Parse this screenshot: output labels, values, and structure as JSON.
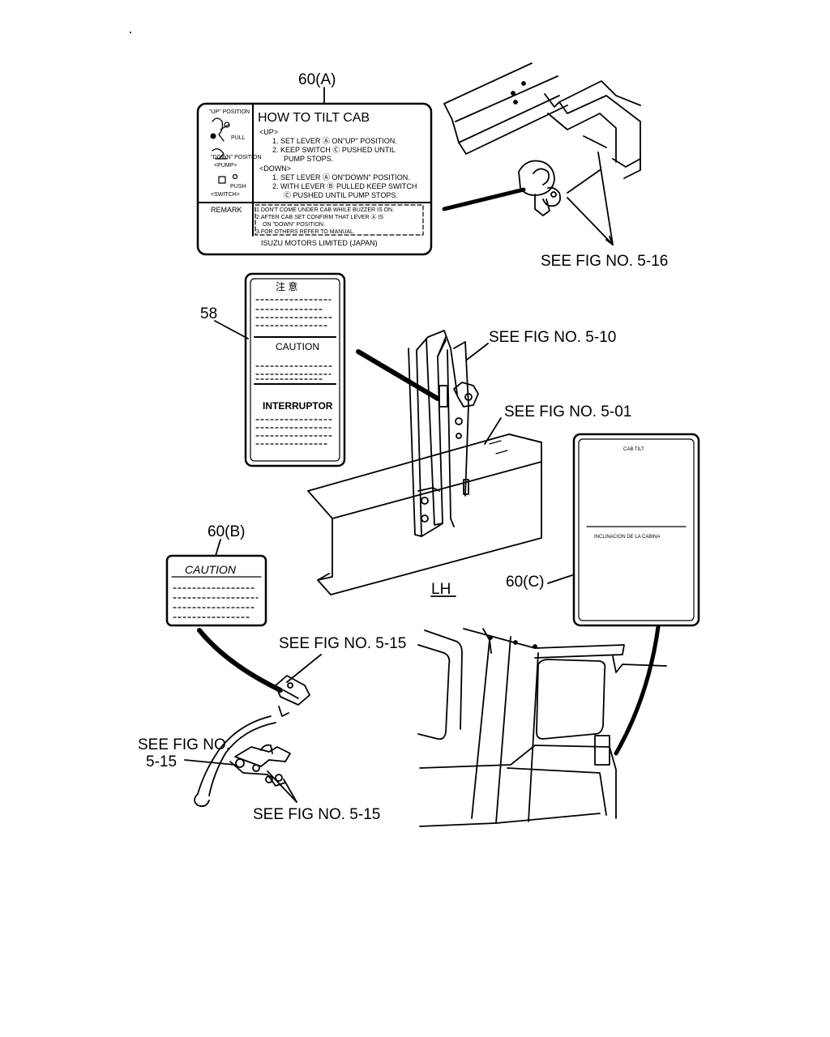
{
  "callouts": {
    "label_60a": "60(A)",
    "label_58": "58",
    "label_60b": "60(B)",
    "label_60c": "60(C)",
    "see_5_16": "SEE FIG NO. 5-16",
    "see_5_10": "SEE FIG NO. 5-10",
    "see_5_01": "SEE FIG NO. 5-01",
    "see_5_15_top": "SEE  FIG NO. 5-15",
    "see_5_15_left_1": "SEE FIG NO.",
    "see_5_15_left_2": "5-15",
    "see_5_15_bottom": "SEE FIG NO. 5-15",
    "lh": "LH"
  },
  "label_60a": {
    "title": "HOW  TO  TILT  CAB",
    "up_position": "\"UP\" POSITION",
    "pull": "PULL",
    "down_position": "\"DOWN\" POSITION",
    "pump": "<PUMP>",
    "push": "PUSH",
    "switch": "<SWITCH>",
    "up": "<UP>",
    "up_1": "1.  SET LEVER Ⓐ ON\"UP\" POSITION.",
    "up_2": "2.  KEEP SWITCH Ⓒ PUSHED UNTIL",
    "up_2b": "PUMP STOPS.",
    "down": "<DOWN>",
    "down_1": "1.  SET LEVER Ⓐ ON\"DOWN\" POSITION.",
    "down_2": "2.  WITH LEVER Ⓑ PULLED KEEP SWITCH",
    "down_2b": "Ⓒ PUSHED UNTIL PUMP STOPS.",
    "remark": "REMARK",
    "remark_1": "1.DON'T COME UNDER CAB WHILE BUZZER IS ON.",
    "remark_2": "2.AFTER CAB SET CONFIRM THAT LEVER Ⓐ IS",
    "remark_2b": "ON \"DOWN\" POSITION.",
    "remark_3": "3.FOR OTHERS REFER TO MANUAL.",
    "maker": "ISUZU MOTORS LIMITED   (JAPAN)"
  },
  "label_58": {
    "kanji": "注   意",
    "caution": "CAUTION",
    "interruptor": "INTERRUPTOR"
  },
  "label_60b": {
    "caution": "CAUTION"
  },
  "label_60c": {
    "top": "CAB TILT",
    "bottom": "INCLINACION DE LA CABINA"
  }
}
